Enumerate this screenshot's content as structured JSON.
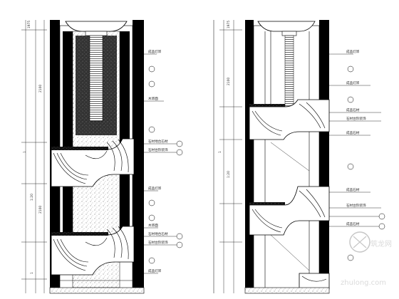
{
  "dims": {
    "left": [
      "1975",
      "1",
      "2100",
      "1:20",
      "2100",
      "1"
    ],
    "right": [
      "1975",
      "1",
      "2100",
      "1:20"
    ]
  },
  "labels": {
    "left": [
      "成品灯饰",
      "木饰面",
      "石材地台石材",
      "石材台阶装饰",
      "成品灯饰",
      "木饰面",
      "石材地台石材",
      "石材台阶装饰",
      "成品灯饰"
    ],
    "right": [
      "成品灯饰",
      "成品灯饰",
      "成品石材",
      "石材台阶装饰",
      "成品石材",
      "成品石材",
      "石材台阶装饰",
      "成品石材"
    ]
  },
  "watermark": "zhulong.com",
  "logo_text": "筑龙网"
}
